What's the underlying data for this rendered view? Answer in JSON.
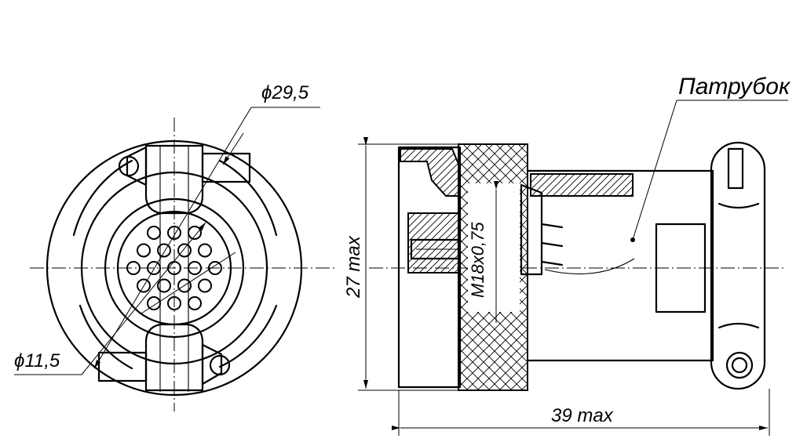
{
  "labels": {
    "dia_outer": "ϕ29,5",
    "dia_inner": "ϕ11,5",
    "thread": "M18x0,75",
    "height": "27 max",
    "length": "39 max",
    "part_name": "Патрубок"
  },
  "contacts": {
    "count": 19
  }
}
